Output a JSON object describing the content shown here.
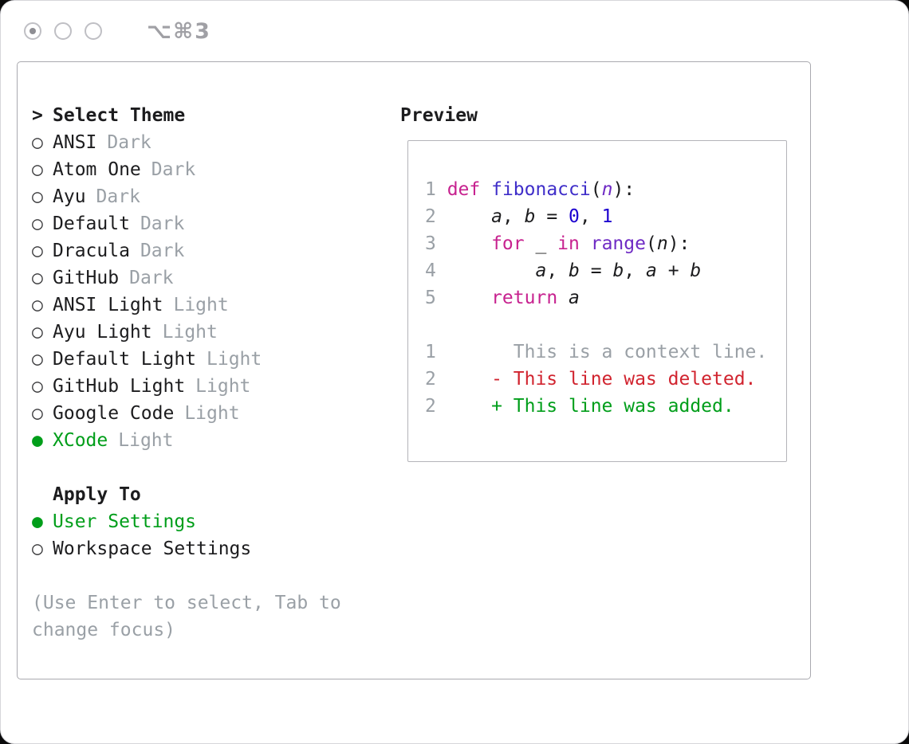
{
  "window": {
    "shortcut": "⌥⌘3"
  },
  "colors": {
    "keyword": "#c7228f",
    "function_name": "#3f2ec9",
    "builtin": "#6f2bc4",
    "number": "#1c00cf",
    "text": "#1c1c1e",
    "muted": "#9aa0a6",
    "selection_green": "#009e1a",
    "diff_deleted": "#d1242f",
    "diff_added": "#009e1a"
  },
  "theme_panel": {
    "title_prefix": ">",
    "title": "Select Theme",
    "items": [
      {
        "name": "ANSI",
        "variant": "Dark",
        "selected": false
      },
      {
        "name": "Atom One",
        "variant": "Dark",
        "selected": false
      },
      {
        "name": "Ayu",
        "variant": "Dark",
        "selected": false
      },
      {
        "name": "Default",
        "variant": "Dark",
        "selected": false
      },
      {
        "name": "Dracula",
        "variant": "Dark",
        "selected": false
      },
      {
        "name": "GitHub",
        "variant": "Dark",
        "selected": false
      },
      {
        "name": "ANSI Light",
        "variant": "Light",
        "selected": false
      },
      {
        "name": "Ayu Light",
        "variant": "Light",
        "selected": false
      },
      {
        "name": "Default Light",
        "variant": "Light",
        "selected": false
      },
      {
        "name": "GitHub Light",
        "variant": "Light",
        "selected": false
      },
      {
        "name": "Google Code",
        "variant": "Light",
        "selected": false
      },
      {
        "name": "XCode",
        "variant": "Light",
        "selected": true
      }
    ],
    "apply_to": {
      "title": "Apply To",
      "options": [
        {
          "label": "User Settings",
          "selected": true
        },
        {
          "label": "Workspace Settings",
          "selected": false
        }
      ]
    },
    "hint": "(Use Enter to select, Tab to change focus)"
  },
  "preview": {
    "title": "Preview",
    "code_lines": [
      {
        "num": "1",
        "tokens": [
          {
            "t": "def",
            "c": "kw"
          },
          {
            "t": " "
          },
          {
            "t": "fibonacci",
            "c": "fn"
          },
          {
            "t": "("
          },
          {
            "t": "n",
            "c": "pm"
          },
          {
            "t": "):"
          }
        ]
      },
      {
        "num": "2",
        "tokens": [
          {
            "t": "    "
          },
          {
            "t": "a",
            "c": "var"
          },
          {
            "t": ", "
          },
          {
            "t": "b",
            "c": "var"
          },
          {
            "t": " = "
          },
          {
            "t": "0",
            "c": "num"
          },
          {
            "t": ", "
          },
          {
            "t": "1",
            "c": "num"
          }
        ]
      },
      {
        "num": "3",
        "tokens": [
          {
            "t": "    "
          },
          {
            "t": "for",
            "c": "kw"
          },
          {
            "t": " _ "
          },
          {
            "t": "in",
            "c": "kw"
          },
          {
            "t": " "
          },
          {
            "t": "range",
            "c": "bi"
          },
          {
            "t": "("
          },
          {
            "t": "n",
            "c": "var"
          },
          {
            "t": "):"
          }
        ]
      },
      {
        "num": "4",
        "tokens": [
          {
            "t": "        "
          },
          {
            "t": "a",
            "c": "var"
          },
          {
            "t": ", "
          },
          {
            "t": "b",
            "c": "var"
          },
          {
            "t": " = "
          },
          {
            "t": "b",
            "c": "var"
          },
          {
            "t": ", "
          },
          {
            "t": "a",
            "c": "var"
          },
          {
            "t": " + "
          },
          {
            "t": "b",
            "c": "var"
          }
        ]
      },
      {
        "num": "5",
        "tokens": [
          {
            "t": "    "
          },
          {
            "t": "return",
            "c": "kw"
          },
          {
            "t": " "
          },
          {
            "t": "a",
            "c": "var"
          }
        ]
      }
    ],
    "diff_lines": [
      {
        "num": "1",
        "content": "      This is a context line.",
        "kind": "context"
      },
      {
        "num": "2",
        "content": "    - This line was deleted.",
        "kind": "deleted"
      },
      {
        "num": "2",
        "content": "    + This line was added.",
        "kind": "added"
      }
    ]
  }
}
